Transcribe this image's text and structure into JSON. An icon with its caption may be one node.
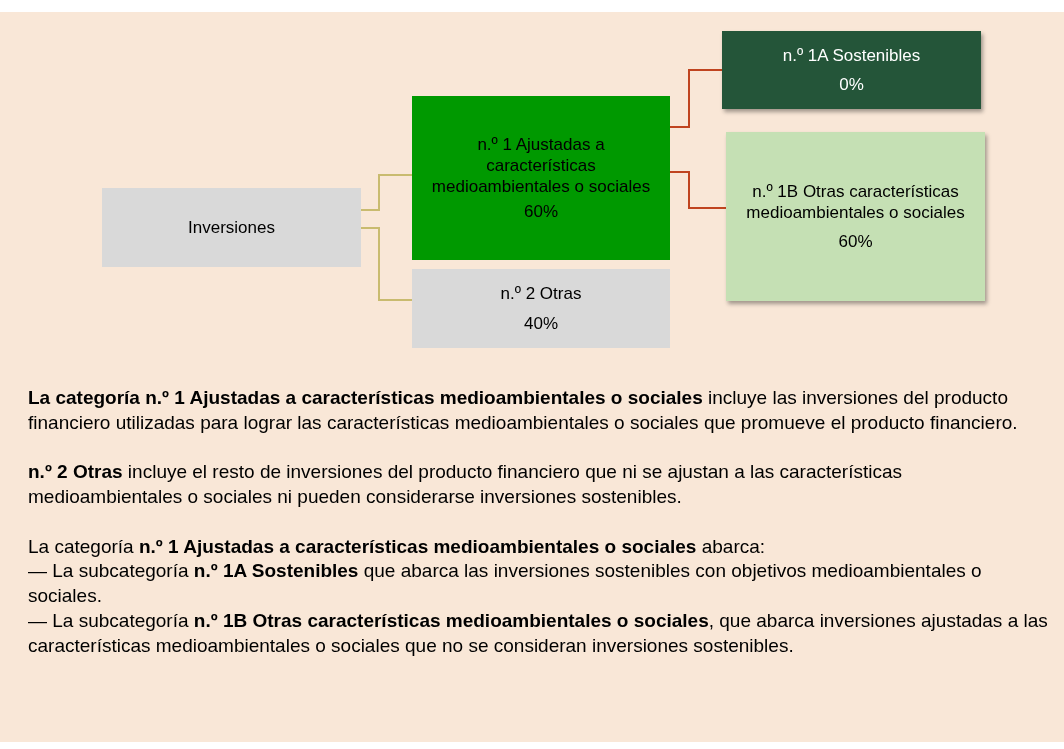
{
  "diagram": {
    "nodes": [
      {
        "text": [
          "Inversiones"
        ]
      },
      {
        "text": [
          "n.º 1 Ajustadas a características medioambientales o sociales",
          "60%"
        ]
      },
      {
        "text": [
          "n.º 2 Otras",
          "40%"
        ]
      },
      {
        "text": [
          "n.º 1A Sostenibles",
          "0%"
        ]
      },
      {
        "text": [
          "n.º 1B Otras características medioambientales o sociales",
          "60%"
        ]
      }
    ],
    "edges": [
      {
        "from": 0,
        "to": 1,
        "arrow": "none"
      },
      {
        "from": 0,
        "to": 2,
        "arrow": "none"
      },
      {
        "from": 1,
        "to": 3,
        "arrow": "none",
        "color": "#c0441f"
      },
      {
        "from": 1,
        "to": 4,
        "arrow": "none",
        "color": "#c0441f"
      }
    ],
    "labels": [
      "**La categoría n.º 1 Ajustadas a características medioambientales o sociales** incluye las inversiones del producto financiero utilizadas para lograr las características medioambientales o sociales que promueve el producto financiero.",
      "**n.º 2 Otras** incluye el resto de inversiones del producto financiero que ni se ajustan a las características medioambientales o sociales ni pueden considerarse inversiones sostenibles.",
      "La categoría **n.º 1 Ajustadas a características medioambientales o sociales** abarca:",
      "— La subcategoría **n.º 1A Sostenibles** que abarca las inversiones sostenibles con objetivos medioambientales o sociales.",
      "— La subcategoría **n.º 1B Otras características medioambientales o sociales**, que abarca inversiones ajustadas a las características medioambientales o sociales que no se consideran inversiones sostenibles."
    ]
  }
}
